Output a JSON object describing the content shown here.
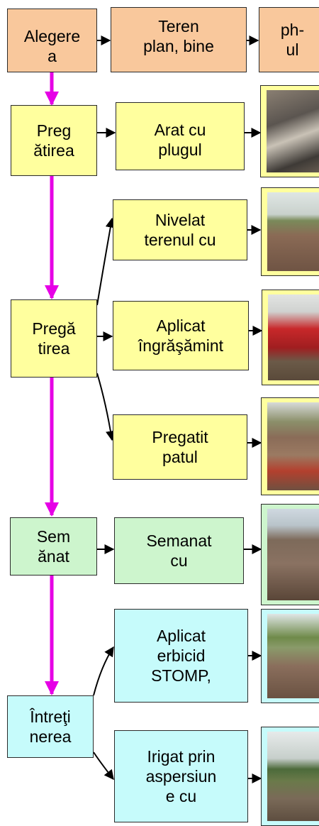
{
  "colors": {
    "orange_box": "#f9c89c",
    "yellow_box": "#ffff9e",
    "green_box": "#cdf5cd",
    "cyan_box": "#c6fbfb",
    "main_arrow": "#e600e6",
    "arrow": "#000000"
  },
  "stages": {
    "s1": "Alegere\na",
    "s2": "Preg\nătirea",
    "s3": "Pregă\ntirea",
    "s4": "Sem\nănat",
    "s5": "Întreţi\nnerea"
  },
  "steps": {
    "r1a": "Teren\nplan, bine",
    "r1b": "ph-\nul",
    "arat": "Arat cu\nplugul",
    "nivelat": "Nivelat\nterenul cu",
    "aplicat_ingr": "Aplicat\nîngrăşămint",
    "pregatit": "Pregatit\npatul",
    "semanat": "Semanat\ncu",
    "erbicid": "Aplicat\nerbicid\nSTOMP,",
    "irigat": "Irigat prin\naspersiun\ne cu"
  },
  "photos": [
    "tractor-plough-photo",
    "field-levelling-photo",
    "fertilizer-spreader-photo",
    "seedbed-prep-photo",
    "sowing-photo",
    "herbicide-field-photo",
    "sprinkler-irrigation-photo"
  ]
}
